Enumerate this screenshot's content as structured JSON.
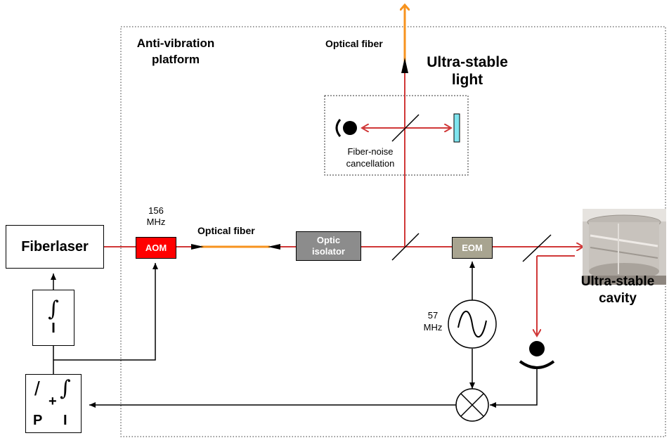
{
  "platform": {
    "label_line1": "Anti-vibration",
    "label_line2": "platform"
  },
  "laser": {
    "label": "Fiberlaser"
  },
  "aom": {
    "label": "AOM",
    "freq_line1": "156",
    "freq_line2": "MHz",
    "color": "#ff0000"
  },
  "fiber_link": {
    "label": "Optical fiber",
    "color": "#f7931e"
  },
  "isolator": {
    "label_line1": "Optic",
    "label_line2": "isolator",
    "color": "#8c8c8c"
  },
  "eom": {
    "label": "EOM",
    "color": "#a8a490"
  },
  "output_fiber": {
    "label": "Optical fiber"
  },
  "ultra_light": {
    "label_line1": "Ultra-stable",
    "label_line2": "light"
  },
  "fnc": {
    "label_line1": "Fiber-noise",
    "label_line2": "cancellation"
  },
  "oscillator": {
    "freq_line1": "57",
    "freq_line2": "MHz"
  },
  "cavity": {
    "label_line1": "Ultra-stable",
    "label_line2": "cavity"
  },
  "integrator": {
    "symbol": "∫",
    "letter": "I"
  },
  "pi_controller": {
    "p_symbol": "/",
    "p_letter": "P",
    "plus": "+",
    "i_symbol": "∫",
    "i_letter": "I"
  },
  "colors": {
    "beam": "#d03838",
    "fiber": "#f7931e",
    "wire": "#000000",
    "mirror": "#7fe5ef"
  }
}
